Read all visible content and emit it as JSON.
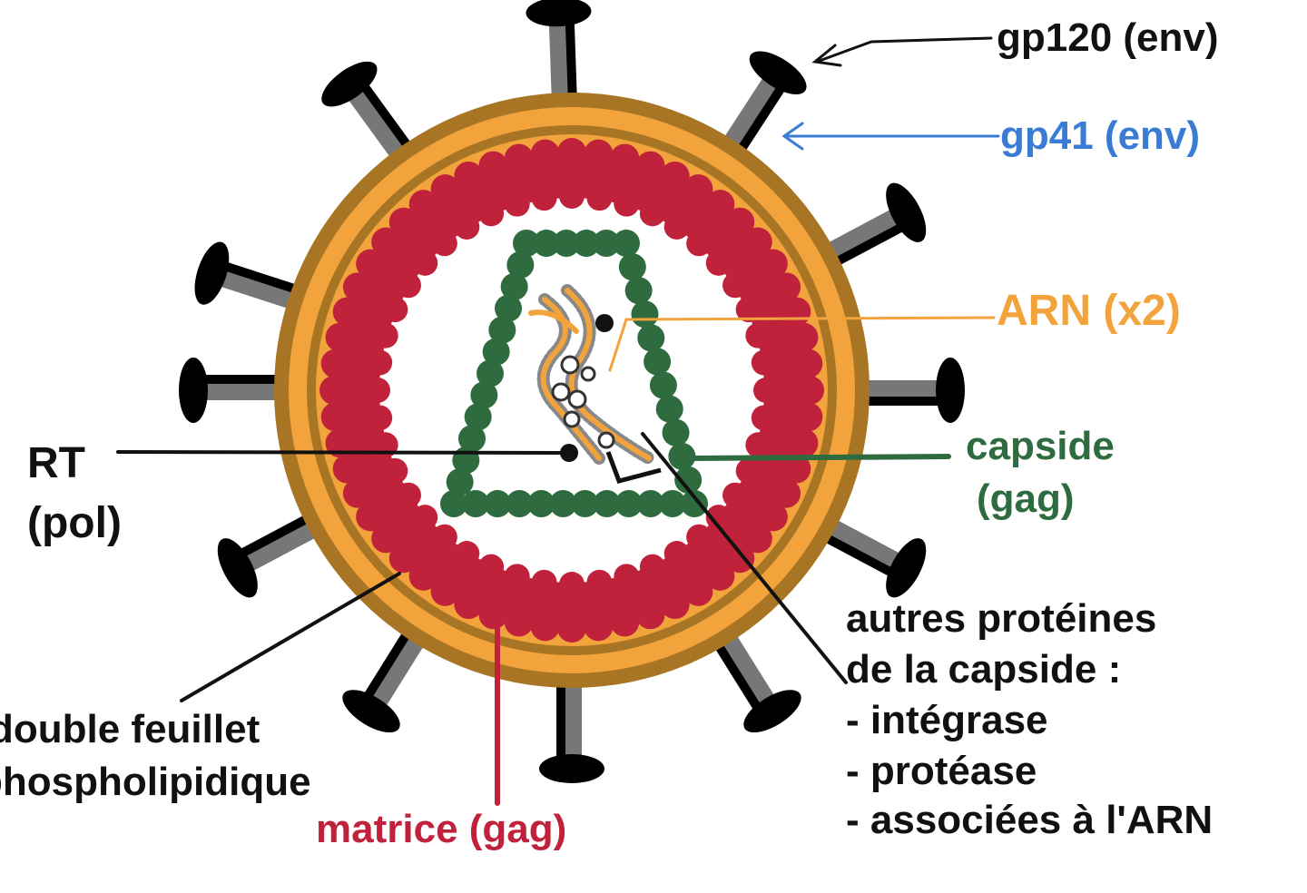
{
  "colors": {
    "outer_membrane": "#a87524",
    "inner_membrane": "#f2a33c",
    "matrix": "#c0223b",
    "capsid": "#2e6b3e",
    "rna": "#f2a33c",
    "spike_stem": "#777777",
    "spike_head": "#000000",
    "gp41_label": "#3a7bd5",
    "text": "#111111"
  },
  "labels": {
    "gp120": "gp120 (env)",
    "gp41": "gp41 (env)",
    "arn": "ARN (x2)",
    "capside_line1": "capside",
    "capside_line2": "(gag)",
    "rt_line1": "RT",
    "rt_line2": "(pol)",
    "bilayer_line1": "double feuillet",
    "bilayer_line2": "phospholipidique",
    "matrice": "matrice (gag)",
    "others": [
      "autres protéines",
      "de la capside :",
      "- intégrase",
      "- protéase",
      "- associées à l'ARN"
    ]
  }
}
